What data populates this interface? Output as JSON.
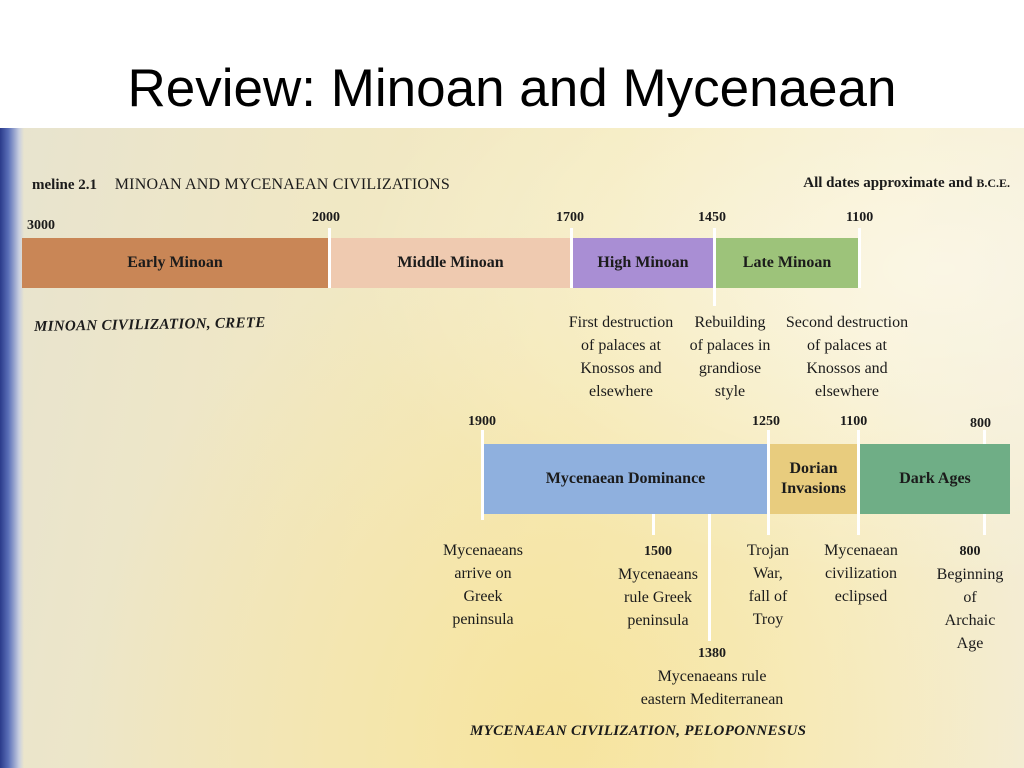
{
  "slide": {
    "title": "Review: Minoan and Mycenaean"
  },
  "timeline": {
    "number_label": "meline 2.1",
    "title": "MINOAN AND MYCENAEAN CIVILIZATIONS",
    "dates_note": "All dates approximate and",
    "dates_note_era": "B.C.E."
  },
  "minoan": {
    "section_label": "MINOAN CIVILIZATION, CRETE",
    "years": [
      "3000",
      "2000",
      "1700",
      "1450",
      "1100"
    ],
    "periods": [
      {
        "label": "Early Minoan",
        "color": "#c98656"
      },
      {
        "label": "Middle Minoan",
        "color": "#efcab0"
      },
      {
        "label": "High Minoan",
        "color": "#a98ed4"
      },
      {
        "label": "Late Minoan",
        "color": "#9dc37a"
      }
    ],
    "events": [
      {
        "lines": [
          "First destruction",
          "of palaces at",
          "Knossos and",
          "elsewhere"
        ]
      },
      {
        "lines": [
          "Rebuilding",
          "of palaces in",
          "grandiose",
          "style"
        ]
      },
      {
        "lines": [
          "Second destruction",
          "of palaces at",
          "Knossos and",
          "elsewhere"
        ]
      }
    ]
  },
  "mycenaean": {
    "section_label": "MYCENAEAN CIVILIZATION, PELOPONNESUS",
    "years": [
      "1900",
      "1250",
      "1100",
      "800"
    ],
    "periods": [
      {
        "label": "Mycenaean Dominance",
        "color": "#8fb0de"
      },
      {
        "label": "Dorian Invasions",
        "color": "#e8cc7e"
      },
      {
        "label": "Dark Ages",
        "color": "#6fae86"
      }
    ],
    "events": [
      {
        "year": "",
        "lines": [
          "Mycenaeans",
          "arrive on",
          "Greek",
          "peninsula"
        ]
      },
      {
        "year": "1500",
        "lines": [
          "Mycenaeans",
          "rule Greek",
          "peninsula"
        ]
      },
      {
        "year": "",
        "lines": [
          "Trojan",
          "War,",
          "fall of",
          "Troy"
        ]
      },
      {
        "year": "",
        "lines": [
          "Mycenaean",
          "civilization",
          "eclipsed"
        ]
      },
      {
        "year": "800",
        "lines": [
          "Beginning",
          "of",
          "Archaic",
          "Age"
        ]
      },
      {
        "year": "1380",
        "lines": [
          "Mycenaeans rule",
          "eastern Mediterranean"
        ]
      }
    ]
  }
}
